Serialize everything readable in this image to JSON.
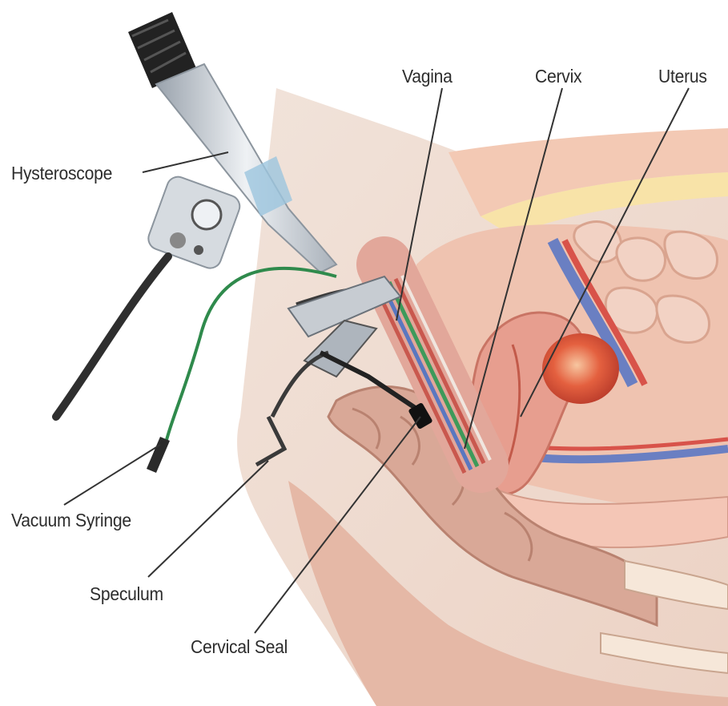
{
  "labels": {
    "hysteroscope": "Hysteroscope",
    "vagina": "Vagina",
    "cervix": "Cervix",
    "uterus": "Uterus",
    "vacuum_syringe": "Vacuum Syringe",
    "speculum": "Speculum",
    "cervical_seal": "Cervical Seal"
  },
  "colors": {
    "skin": "#f3ddd0",
    "tissue": "#e9b9a6",
    "muscle": "#d98a7a",
    "vessel_blue": "#6a7fc2",
    "vessel_red": "#d8534a",
    "bowel": "#d6a896",
    "instrument_metal": "#bfc6cf",
    "instrument_dark": "#2a2a2a",
    "tube_green": "#2f8a4c",
    "leader_line": "#333333"
  }
}
